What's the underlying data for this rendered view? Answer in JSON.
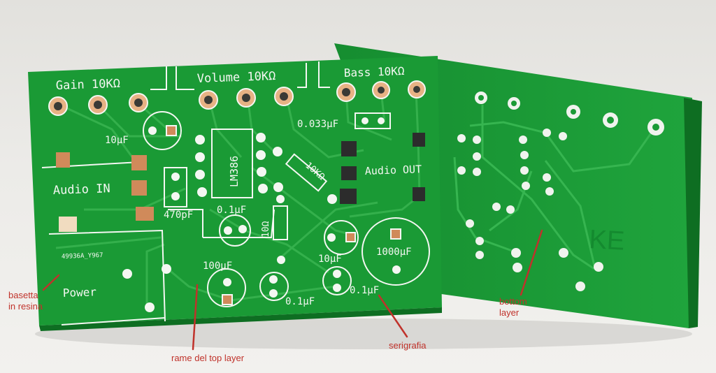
{
  "colors": {
    "pcb_green": "#1a9a35",
    "pcb_dark": "#0f7a26",
    "trace": "#33b24c",
    "silk": "#f4f7f2",
    "copper": "#c7855a",
    "annotation": "#c0322b"
  },
  "front_board": {
    "labels": {
      "gain": "Gain 10KΩ",
      "volume": "Volume 10KΩ",
      "bass": "Bass 10KΩ",
      "audio_in": "Audio IN",
      "audio_out": "Audio OUT",
      "power": "Power",
      "lm386": "LM386",
      "board_id": "49936A_Y967"
    },
    "components": {
      "c_10uf_a": "10μF",
      "c_470pf": "470pF",
      "c_01uf_a": "0.1μF",
      "c_0033uf": "0.033μF",
      "r_10k": "10KΩ",
      "r_10": "10Ω",
      "c_100uf": "100μF",
      "c_10uf_b": "10μF",
      "c_1000uf": "1000μF",
      "c_01uf_b": "0.1μF",
      "c_01uf_c": "0.1μF"
    }
  },
  "annotations": {
    "substrate_line1": "basetta",
    "substrate_line2": "in resina",
    "top_copper": "rame del top layer",
    "silkscreen": "serigrafia",
    "bottom_line1": "bottom",
    "bottom_line2": "layer"
  }
}
